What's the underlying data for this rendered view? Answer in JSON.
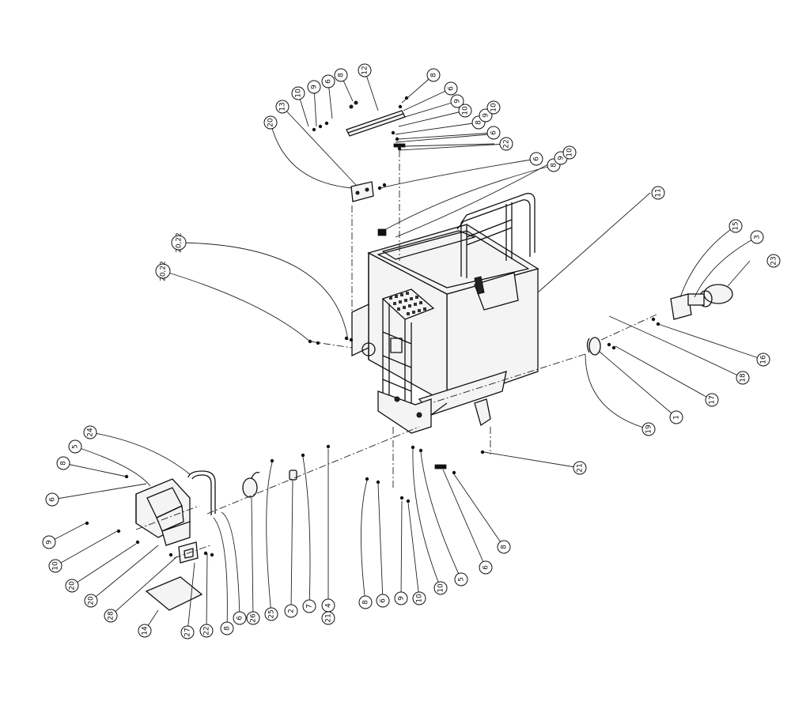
{
  "diagram": {
    "callouts": [
      {
        "id": "c-12a",
        "label": "12"
      },
      {
        "id": "c-8a",
        "label": "8"
      },
      {
        "id": "c-6a",
        "label": "6"
      },
      {
        "id": "c-9a",
        "label": "9"
      },
      {
        "id": "c-10a",
        "label": "10"
      },
      {
        "id": "c-13",
        "label": "13"
      },
      {
        "id": "c-20a",
        "label": "20"
      },
      {
        "id": "c-8b",
        "label": "8"
      },
      {
        "id": "c-6b",
        "label": "6"
      },
      {
        "id": "c-9b",
        "label": "9"
      },
      {
        "id": "c-10b",
        "label": "10"
      },
      {
        "id": "c-8c",
        "label": "8"
      },
      {
        "id": "c-9c",
        "label": "9"
      },
      {
        "id": "c-10c",
        "label": "10"
      },
      {
        "id": "c-6c",
        "label": "6"
      },
      {
        "id": "c-22a",
        "label": "22"
      },
      {
        "id": "c-6d",
        "label": "6"
      },
      {
        "id": "c-8d",
        "label": "8"
      },
      {
        "id": "c-9d",
        "label": "9"
      },
      {
        "id": "c-10d",
        "label": "10"
      },
      {
        "id": "c-11",
        "label": "11"
      },
      {
        "id": "c-2022a",
        "label": "20,22"
      },
      {
        "id": "c-2022b",
        "label": "20,22"
      },
      {
        "id": "c-15",
        "label": "15"
      },
      {
        "id": "c-3",
        "label": "3"
      },
      {
        "id": "c-23",
        "label": "23"
      },
      {
        "id": "c-16",
        "label": "16"
      },
      {
        "id": "c-18",
        "label": "18"
      },
      {
        "id": "c-17",
        "label": "17"
      },
      {
        "id": "c-1",
        "label": "1"
      },
      {
        "id": "c-19",
        "label": "19"
      },
      {
        "id": "c-21a",
        "label": "21"
      },
      {
        "id": "c-24",
        "label": "24"
      },
      {
        "id": "c-5a",
        "label": "5"
      },
      {
        "id": "c-8e",
        "label": "8"
      },
      {
        "id": "c-6e",
        "label": "6"
      },
      {
        "id": "c-9e",
        "label": "9"
      },
      {
        "id": "c-10e",
        "label": "10"
      },
      {
        "id": "c-20b",
        "label": "20"
      },
      {
        "id": "c-20c",
        "label": "20"
      },
      {
        "id": "c-28",
        "label": "28"
      },
      {
        "id": "c-14",
        "label": "14"
      },
      {
        "id": "c-27",
        "label": "27"
      },
      {
        "id": "c-22b",
        "label": "22"
      },
      {
        "id": "c-8f",
        "label": "8"
      },
      {
        "id": "c-6f",
        "label": "6"
      },
      {
        "id": "c-26",
        "label": "26"
      },
      {
        "id": "c-25",
        "label": "25"
      },
      {
        "id": "c-2",
        "label": "2"
      },
      {
        "id": "c-7",
        "label": "7"
      },
      {
        "id": "c-4",
        "label": "4"
      },
      {
        "id": "c-21b",
        "label": "21"
      },
      {
        "id": "c-8g",
        "label": "8"
      },
      {
        "id": "c-6g",
        "label": "6"
      },
      {
        "id": "c-9f",
        "label": "9"
      },
      {
        "id": "c-10f",
        "label": "10"
      },
      {
        "id": "c-10g",
        "label": "10"
      },
      {
        "id": "c-5b",
        "label": "5"
      },
      {
        "id": "c-6h",
        "label": "6"
      },
      {
        "id": "c-8h",
        "label": "8"
      }
    ]
  }
}
